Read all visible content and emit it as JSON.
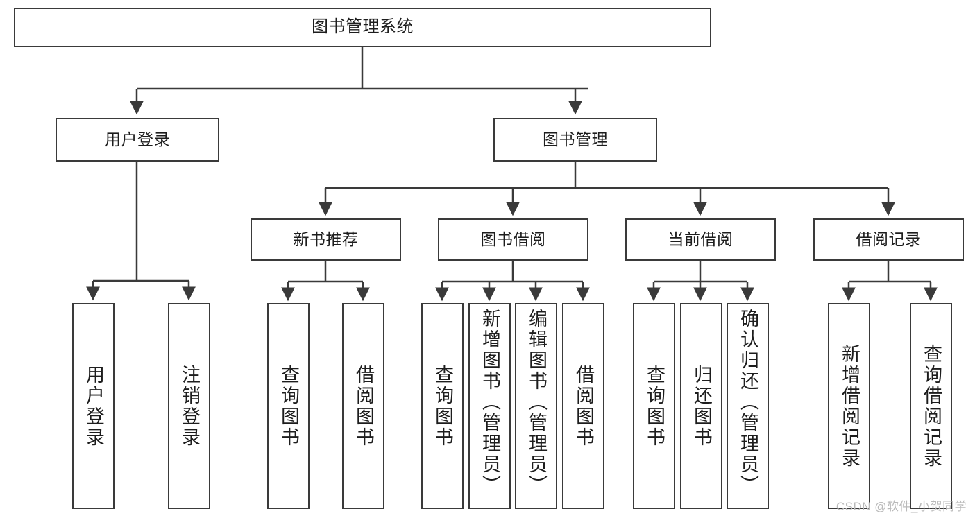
{
  "diagram": {
    "title": "图书管理系统",
    "watermark": "CSDN @软件_小贺同学",
    "accent_color": "#3a3a3a",
    "background_color": "#ffffff",
    "nodes": {
      "root": {
        "label": "图书管理系统"
      },
      "level2": [
        {
          "id": "user-login",
          "label": "用户登录"
        },
        {
          "id": "book-manage",
          "label": "图书管理"
        }
      ],
      "level3": [
        {
          "id": "new-book-recommend",
          "label": "新书推荐"
        },
        {
          "id": "book-borrow",
          "label": "图书借阅"
        },
        {
          "id": "current-borrow",
          "label": "当前借阅"
        },
        {
          "id": "borrow-record",
          "label": "借阅记录"
        }
      ],
      "leaves": {
        "user-login": [
          {
            "id": "leaf-user-login",
            "label": "用户登录"
          },
          {
            "id": "leaf-logout-login",
            "label": "注销登录"
          }
        ],
        "new-book-recommend": [
          {
            "id": "leaf-query-book-1",
            "label": "查询图书"
          },
          {
            "id": "leaf-borrow-book-1",
            "label": "借阅图书"
          }
        ],
        "book-borrow": [
          {
            "id": "leaf-query-book-2",
            "label": "查询图书"
          },
          {
            "id": "leaf-add-book",
            "label": "新增图书（管理员）"
          },
          {
            "id": "leaf-edit-book",
            "label": "编辑图书（管理员）"
          },
          {
            "id": "leaf-borrow-book-2",
            "label": "借阅图书"
          }
        ],
        "current-borrow": [
          {
            "id": "leaf-query-book-3",
            "label": "查询图书"
          },
          {
            "id": "leaf-return-book",
            "label": "归还图书"
          },
          {
            "id": "leaf-confirm-return",
            "label": "确认归还（管理员）"
          }
        ],
        "borrow-record": [
          {
            "id": "leaf-add-record",
            "label": "新增借阅记录"
          },
          {
            "id": "leaf-query-record",
            "label": "查询借阅记录"
          }
        ]
      }
    }
  }
}
